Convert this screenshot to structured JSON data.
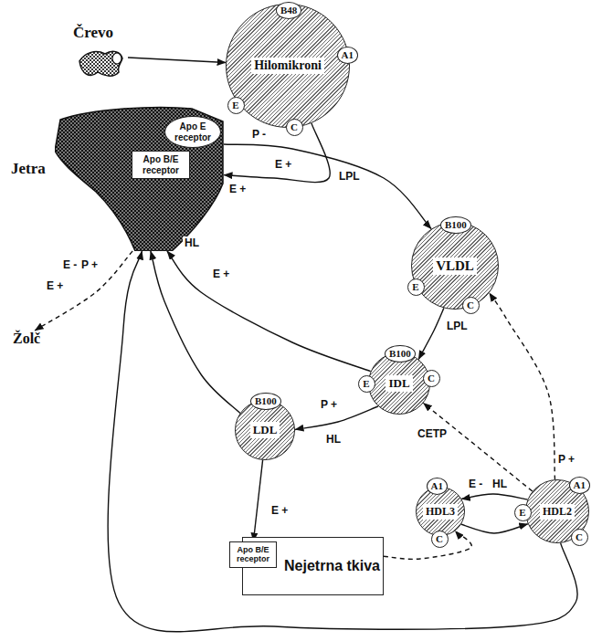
{
  "diagram": {
    "nodes": [
      {
        "text": [
          "Črevo"
        ]
      },
      {
        "text": [
          "Hilomikroni"
        ]
      },
      {
        "text": [
          "B48"
        ],
        "in": 1
      },
      {
        "text": [
          "A1"
        ],
        "in": 1
      },
      {
        "text": [
          "E"
        ],
        "in": 1
      },
      {
        "text": [
          "C"
        ],
        "in": 1
      },
      {
        "text": [
          "Jetra",
          "HL"
        ]
      },
      {
        "text": [
          "Apo E receptor"
        ],
        "in": 6
      },
      {
        "text": [
          "Apo B/E receptor"
        ],
        "in": 6
      },
      {
        "text": [
          "VLDL"
        ]
      },
      {
        "text": [
          "B100"
        ],
        "in": 9
      },
      {
        "text": [
          "E"
        ],
        "in": 9
      },
      {
        "text": [
          "C"
        ],
        "in": 9
      },
      {
        "text": [
          "IDL"
        ]
      },
      {
        "text": [
          "B100"
        ],
        "in": 13
      },
      {
        "text": [
          "E"
        ],
        "in": 13
      },
      {
        "text": [
          "C"
        ],
        "in": 13
      },
      {
        "text": [
          "LDL"
        ]
      },
      {
        "text": [
          "B100"
        ],
        "in": 17
      },
      {
        "text": [
          "HDL3"
        ]
      },
      {
        "text": [
          "A1"
        ],
        "in": 19
      },
      {
        "text": [
          "C"
        ],
        "in": 19
      },
      {
        "text": [
          "HDL2"
        ]
      },
      {
        "text": [
          "E"
        ],
        "in": 22
      },
      {
        "text": [
          "A1"
        ],
        "in": 22
      },
      {
        "text": [
          "C"
        ],
        "in": 22
      },
      {
        "text": [
          "Nejetrna tkiva"
        ]
      },
      {
        "text": [
          "Apo B/E receptor"
        ],
        "in": 26
      },
      {
        "text": [
          "Žolč"
        ]
      }
    ],
    "edges": [
      {
        "from": 0,
        "to": 1,
        "arrow": "to"
      },
      {
        "from": 1,
        "to": 6,
        "label": "LPL",
        "arrow": "to"
      },
      {
        "from": 6,
        "to": 9,
        "arrow": "to"
      },
      {
        "from": 9,
        "to": 13,
        "label": "LPL",
        "arrow": "to"
      },
      {
        "from": 13,
        "to": 6,
        "arrow": "to"
      },
      {
        "from": 13,
        "to": 17,
        "label": "HL",
        "arrow": "to"
      },
      {
        "from": 17,
        "to": 6,
        "arrow": "to"
      },
      {
        "from": 17,
        "to": 27,
        "arrow": "to"
      },
      {
        "from": 6,
        "to": 28,
        "arrow": "to"
      },
      {
        "from": 22,
        "to": 19,
        "label": "HL",
        "arrow": "to"
      },
      {
        "from": 19,
        "to": 22,
        "arrow": "to"
      },
      {
        "from": 26,
        "to": 19,
        "arrow": "to"
      },
      {
        "from": 22,
        "to": 9,
        "arrow": "to"
      },
      {
        "from": 22,
        "to": 13,
        "label": "CETP",
        "arrow": "to"
      },
      {
        "from": 22,
        "to": 6,
        "arrow": "to"
      }
    ],
    "labels": [
      "E +",
      "P -",
      "E +",
      "E +",
      "P +",
      "E +",
      "E -",
      "P +",
      "E +",
      "E -",
      "P +"
    ]
  }
}
